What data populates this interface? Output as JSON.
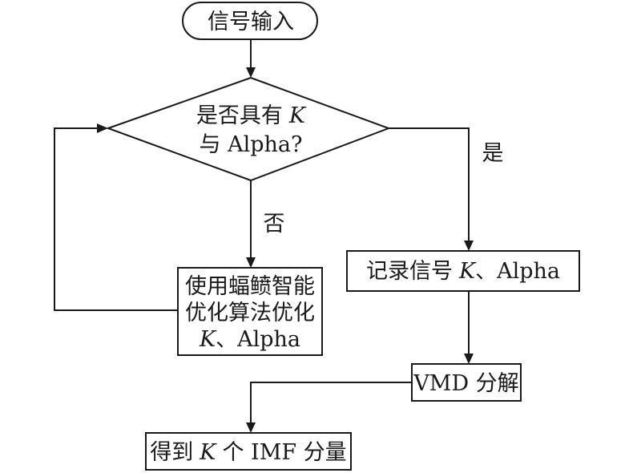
{
  "nodes": {
    "signal_input": {
      "text": "信号输入"
    },
    "decision": {
      "line1_prefix": "是否具有",
      "line1_var": "K",
      "line2": "与 Alpha?"
    },
    "optimize": {
      "line1": "使用蝠鲼智能",
      "line2": "优化算法优化",
      "line3_var": "K",
      "line3_rest": "、Alpha"
    },
    "record": {
      "prefix": "记录信号",
      "var": "K",
      "rest": "、Alpha"
    },
    "vmd": {
      "text": "VMD 分解"
    },
    "result": {
      "prefix": "得到",
      "var": "K",
      "rest": "个 IMF 分量"
    }
  },
  "edges": {
    "yes_label": "是",
    "no_label": "否"
  }
}
